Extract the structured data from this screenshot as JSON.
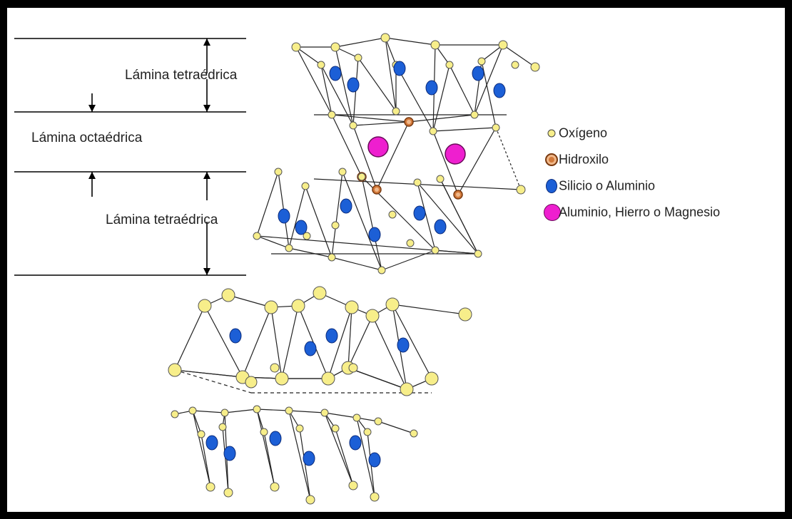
{
  "layer_labels": {
    "tetrahedral_top": "Lámina tetraédrica",
    "octahedral": "Lámina octaédrica",
    "tetrahedral_bottom": "Lámina tetraédrica"
  },
  "legend": [
    {
      "key": "oxygen",
      "label": "Oxígeno",
      "color": "#f7ee8a"
    },
    {
      "key": "hydroxyl",
      "label": "Hidroxilo",
      "color": "#d2793a"
    },
    {
      "key": "silicon",
      "label": "Silicio o Aluminio",
      "color": "#1c5fd6"
    },
    {
      "key": "aluminum",
      "label": "Aluminio, Hierro o Magnesio",
      "color": "#ee1fcf"
    }
  ],
  "colors": {
    "oxygen": "#f7ee8a",
    "oxygen_stroke": "#555555",
    "hydroxyl": "#d2793a",
    "silicon": "#1c5fd6",
    "aluminum": "#ee1fcf",
    "bond": "#222222"
  }
}
